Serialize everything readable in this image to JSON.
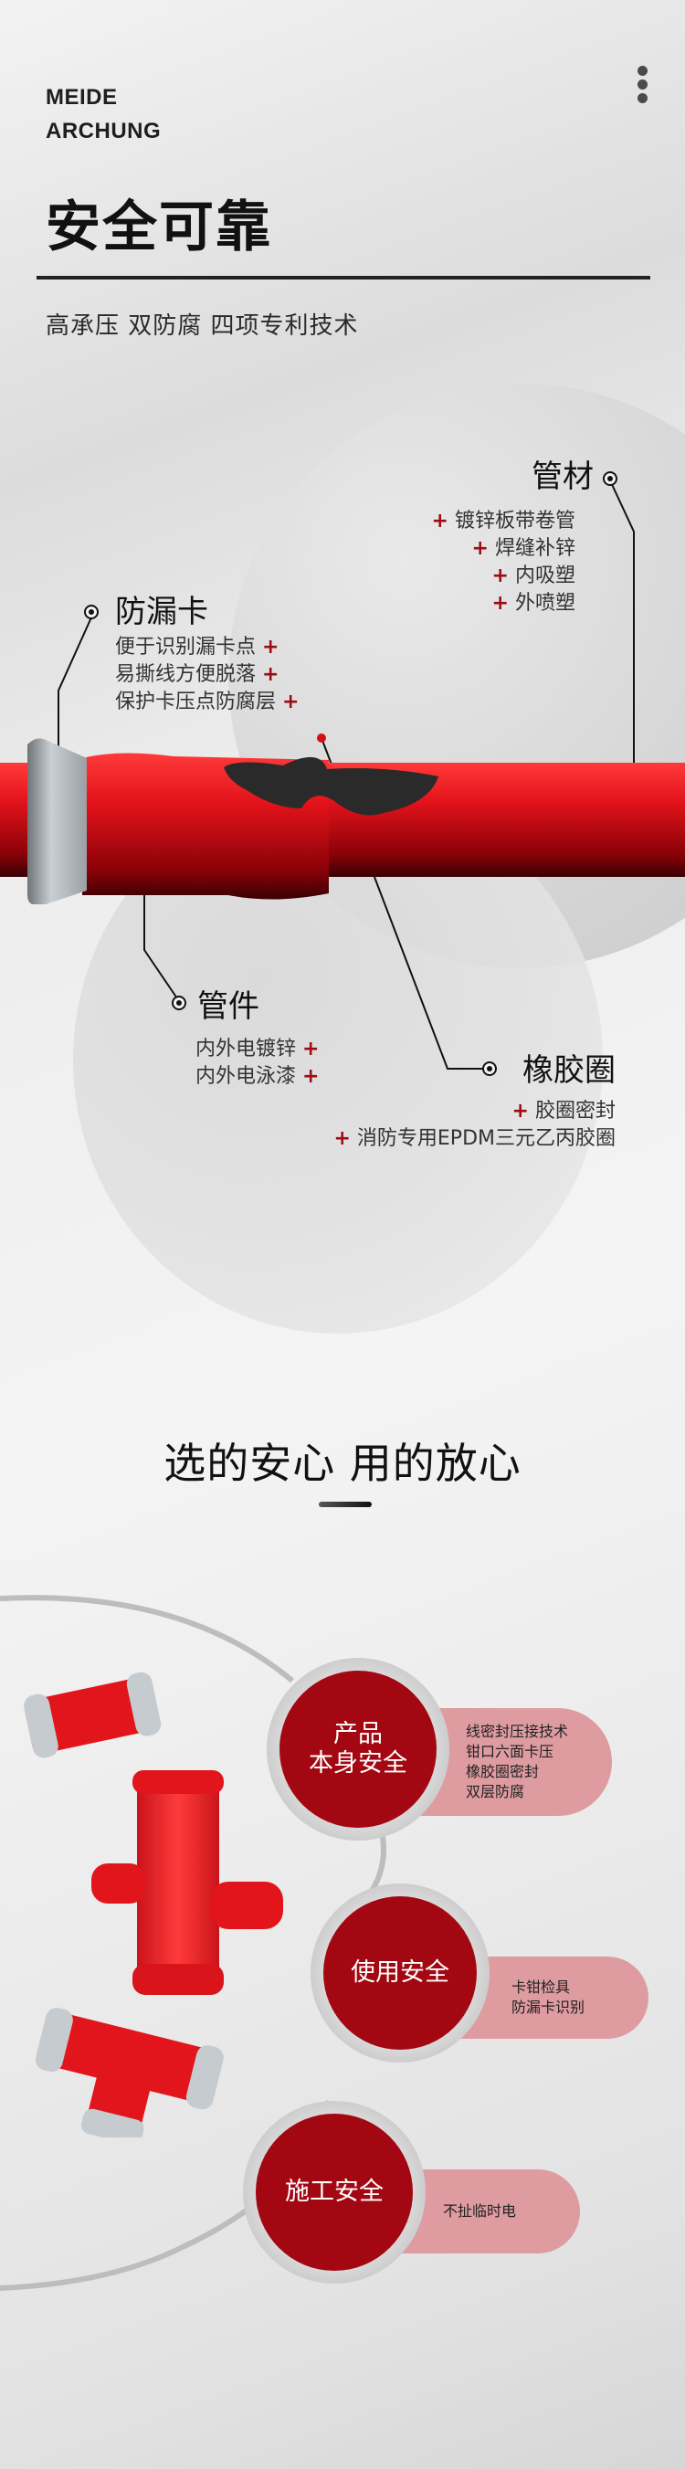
{
  "header": {
    "brand_line1": "MEIDE",
    "brand_line2": "ARCHUNG",
    "menu_icon": "more-vertical-icon",
    "title": "安全可靠",
    "subtitle": "高承压 双防腐 四项专利技术"
  },
  "diagram": {
    "pipe_material": {
      "title": "管材",
      "items": [
        "镀锌板带卷管",
        "焊缝补锌",
        "内吸塑",
        "外喷塑"
      ]
    },
    "leak_clip": {
      "title": "防漏卡",
      "items": [
        "便于识别漏卡点",
        "易撕线方便脱落",
        "保护卡压点防腐层"
      ]
    },
    "fitting": {
      "title": "管件",
      "items": [
        "内外电镀锌",
        "内外电泳漆"
      ]
    },
    "rubber_ring": {
      "title": "橡胶圈",
      "items": [
        "胶圈密封",
        "消防专用EPDM三元乙丙胶圈"
      ]
    },
    "plus_symbol": "+",
    "accent_color": "#9b0c14"
  },
  "section2": {
    "title": "选的安心 用的放心",
    "features": [
      {
        "label_line1": "产品",
        "label_line2": "本身安全",
        "details": [
          "线密封压接技术",
          "钳口六面卡压",
          "橡胶圈密封",
          "双层防腐"
        ]
      },
      {
        "label_line1": "使用安全",
        "label_line2": "",
        "details": [
          "卡钳检具",
          "防漏卡识别"
        ]
      },
      {
        "label_line1": "施工安全",
        "label_line2": "",
        "details": [
          "不扯临时电"
        ]
      }
    ],
    "disc_color": "#a30812",
    "pill_color": "#de9ba0"
  }
}
